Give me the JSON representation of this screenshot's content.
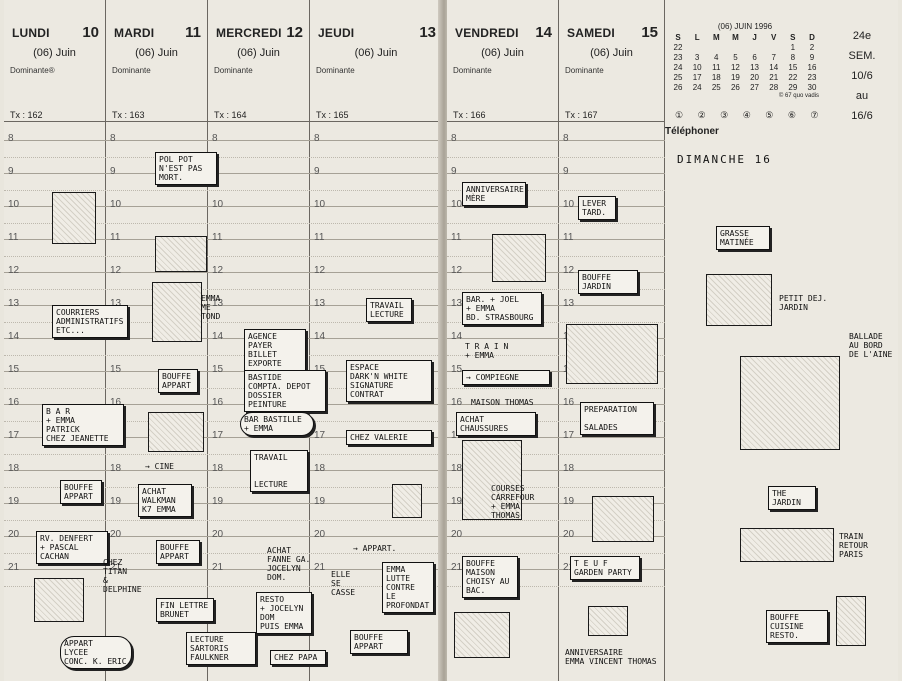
{
  "days_left": [
    {
      "name": "LUNDI",
      "num": "10",
      "month": "(06) Juin",
      "dominante": "Dominante®",
      "tx": "Tx : 162"
    },
    {
      "name": "MARDI",
      "num": "11",
      "month": "(06) Juin",
      "dominante": "Dominante",
      "tx": "Tx : 163"
    },
    {
      "name": "MERCREDI",
      "num": "12",
      "month": "(06) Juin",
      "dominante": "Dominante",
      "tx": "Tx : 164"
    },
    {
      "name": "JEUDI",
      "num": "13",
      "month": "(06) Juin",
      "dominante": "Dominante",
      "tx": "Tx : 165"
    }
  ],
  "days_right": [
    {
      "name": "VENDREDI",
      "num": "14",
      "month": "(06) Juin",
      "dominante": "Dominante",
      "tx": "Tx : 166"
    },
    {
      "name": "SAMEDI",
      "num": "15",
      "month": "(06) Juin",
      "dominante": "Dominante",
      "tx": "Tx : 167"
    }
  ],
  "hours": [
    "8",
    "9",
    "10",
    "11",
    "12",
    "13",
    "14",
    "15",
    "16",
    "17",
    "18",
    "19",
    "20",
    "21"
  ],
  "mini_calendar": {
    "title": "(06) JUIN 1996",
    "headers": [
      "S",
      "L",
      "M",
      "M",
      "J",
      "V",
      "S",
      "D"
    ],
    "rows": [
      [
        "22",
        "",
        "",
        "",
        "",
        "",
        "1",
        "2"
      ],
      [
        "23",
        "3",
        "4",
        "5",
        "6",
        "7",
        "8",
        "9"
      ],
      [
        "24",
        "10",
        "11",
        "12",
        "13",
        "14",
        "15",
        "16"
      ],
      [
        "25",
        "17",
        "18",
        "19",
        "20",
        "21",
        "22",
        "23"
      ],
      [
        "26",
        "24",
        "25",
        "26",
        "27",
        "28",
        "29",
        "30"
      ]
    ],
    "footer": "© 67 quo vadis"
  },
  "week": {
    "label": "24e",
    "sem": "SEM.",
    "from": "10/6",
    "au": "au",
    "to": "16/6"
  },
  "telephoner": "Téléphoner",
  "moons": "① ② ③ ④ ⑤ ⑥ ⑦",
  "notes": {
    "polpot": "POL POT\nN'EST PAS\nMORT.",
    "courriers": "COURRIERS\nADMINISTRATIFS\nETC...",
    "emma_tond": "EMMA\nME\nTOND",
    "bouffe_appart1": "BOUFFE\nAPPART",
    "agence": "AGENCE\nPAYER BILLET\nEXPORTE",
    "bastide": "BASTIDE\nCOMPTA. DEPOT\nDOSSIER PEINTURE",
    "travail_lecture1": "TRAVAIL\nLECTURE",
    "espace": "ESPACE\nDARK'N WHITE\nSIGNATURE\nCONTRAT",
    "bar1": "B A R\n+ EMMA\nPATRICK\nCHEZ JEANETTE",
    "bar_beaubourg": "BAR BASTILLE\n+ EMMA",
    "chez_valerie": "CHEZ VALERIE",
    "bouffe_appart2": "BOUFFE\nAPPART",
    "cine": "→ CINE",
    "achat_walkman": "ACHAT\nWALKMAN\nK7 EMMA",
    "travail2": "TRAVAIL\n\n\nLECTURE",
    "denfert": "RV. DENFERT\n+ PASCAL\nCACHAN",
    "chez_titan": "CHEZ\nTITAN\n& DELPHINE",
    "bouffe_appart3": "BOUFFE\nAPPART",
    "achat_mezzo": "ACHAT\nFANNE GA.\nJOCELYN\nDOM.",
    "appart": "→ APPART.",
    "fin_lettre": "FIN LETTRE\nBRUNET",
    "resto": "RESTO\n+ JOCELYN\nDOM\nPUIS EMMA",
    "emma_lutte": "EMMA\nLUTTE CONTRE\nLE PROFONDAT",
    "elle_se_casse": "ELLE\nSE\nCASSE",
    "lecture_faulkner": "LECTURE\nSARTORIS\nFAULKNER",
    "chez_papa": "CHEZ PAPA",
    "bouffe_appart4": "BOUFFE\nAPPART",
    "lycee": "APPART\nLYCEE\nCONC. K. ERIC",
    "anniversaire_mere": "ANNIVERSAIRE\nMÈRE",
    "lever_tard": "LEVER\nTARD.",
    "bouffe_jardin": "BOUFFE\nJARDIN",
    "bar_joel": "BAR. + JOEL\n+ EMMA\nBD. STRASBOURG",
    "train": "T R A I N\n+ EMMA",
    "compiegne": "→ COMPIEGNE",
    "maison_thomas": "MAISON THOMAS",
    "achat_chaussures": "ACHAT CHAUSSURES",
    "preparation": "PREPARATION\n\nSALADES",
    "courses": "COURSES\nCARREFOUR\n+ EMMA\nTHOMAS",
    "teuf": "T E U F\nGARDEN PARTY",
    "bouffe_maison": "BOUFFE\nMAISON\nCHOISY AU\nBAC.",
    "anniv_emma": "ANNIVERSAIRE\nEMMA VINCENT THOMAS",
    "dimanche": "DiMANCHE 16",
    "grasse_matinee": "GRASSE\nMATINÉE",
    "ballade": "BALLADE\nAU BORD\nDE L'AINE",
    "the_jardin": "THE\nJARDIN",
    "train_retour": "TRAIN\nRETOUR\nPARIS",
    "bouffe_cuisine": "BOUFFE\nCUISINE\nRESTO.",
    "petit_dej": "PETIT DEJ.\nJARDIN"
  }
}
